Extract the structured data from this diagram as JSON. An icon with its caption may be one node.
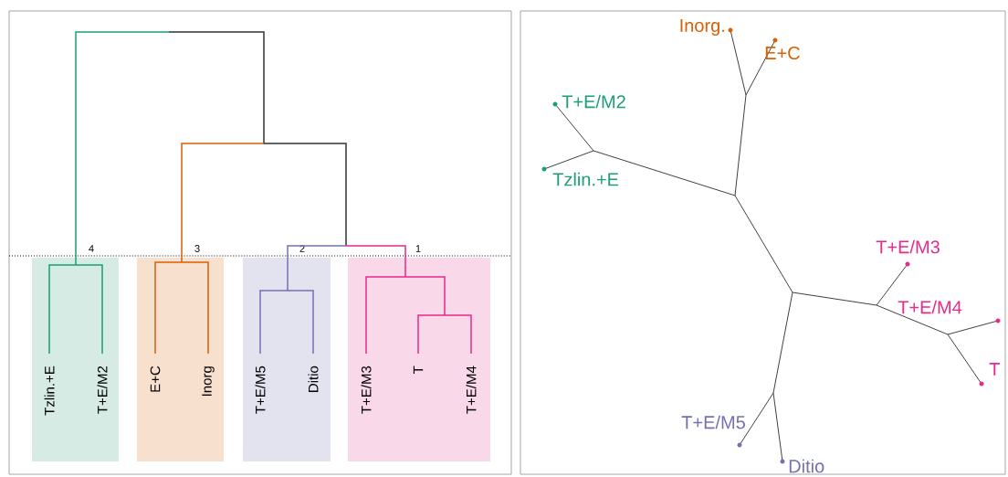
{
  "diagram": {
    "nodes": [
      {
        "text": [
          "Tzlin.+E",
          "T+E/M2"
        ],
        "beside": [
          "4"
        ]
      },
      {
        "text": [
          "E+C",
          "Inorg"
        ],
        "beside": [
          "3"
        ]
      },
      {
        "text": [
          "T+E/M5",
          "Ditio"
        ],
        "beside": [
          "2"
        ]
      },
      {
        "text": [
          "T+E/M3",
          "T",
          "T+E/M4"
        ],
        "beside": [
          "1"
        ]
      }
    ],
    "labels": [
      "Inorg.",
      "E+C",
      "T+E/M2",
      "Tzlin.+E",
      "T+E/M3",
      "T+E/M4",
      "T",
      "T+E/M5",
      "Ditio"
    ]
  }
}
